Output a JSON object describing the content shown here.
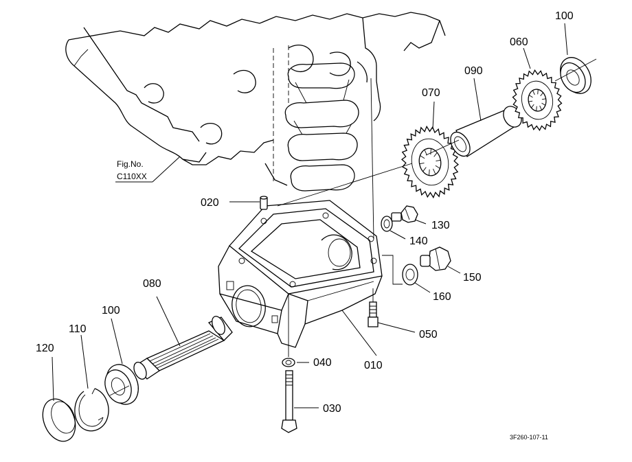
{
  "figure_reference": {
    "label": "Fig.No.",
    "code": "C110XX"
  },
  "drawing_number": "3F260-107-11",
  "parts": [
    {
      "id": "020",
      "name": "dowel-pin"
    },
    {
      "id": "130",
      "name": "plug-small"
    },
    {
      "id": "140",
      "name": "gasket-small"
    },
    {
      "id": "150",
      "name": "plug-large"
    },
    {
      "id": "160",
      "name": "gasket-large"
    },
    {
      "id": "050",
      "name": "stud-bolt"
    },
    {
      "id": "010",
      "name": "case"
    },
    {
      "id": "040",
      "name": "nut"
    },
    {
      "id": "030",
      "name": "bolt"
    },
    {
      "id": "080",
      "name": "splined-shaft"
    },
    {
      "id": "100",
      "name": "ball-bearing"
    },
    {
      "id": "110",
      "name": "snap-ring"
    },
    {
      "id": "120",
      "name": "cover-plate"
    },
    {
      "id": "070",
      "name": "gear-large"
    },
    {
      "id": "090",
      "name": "sleeve"
    },
    {
      "id": "060",
      "name": "gear-small"
    }
  ],
  "label_texts": {
    "p020": "020",
    "p130": "130",
    "p140": "140",
    "p150": "150",
    "p160": "160",
    "p050": "050",
    "p010": "010",
    "p040": "040",
    "p030": "030",
    "p080": "080",
    "p100a": "100",
    "p110": "110",
    "p120": "120",
    "p070": "070",
    "p090": "090",
    "p060": "060",
    "p100b": "100"
  }
}
